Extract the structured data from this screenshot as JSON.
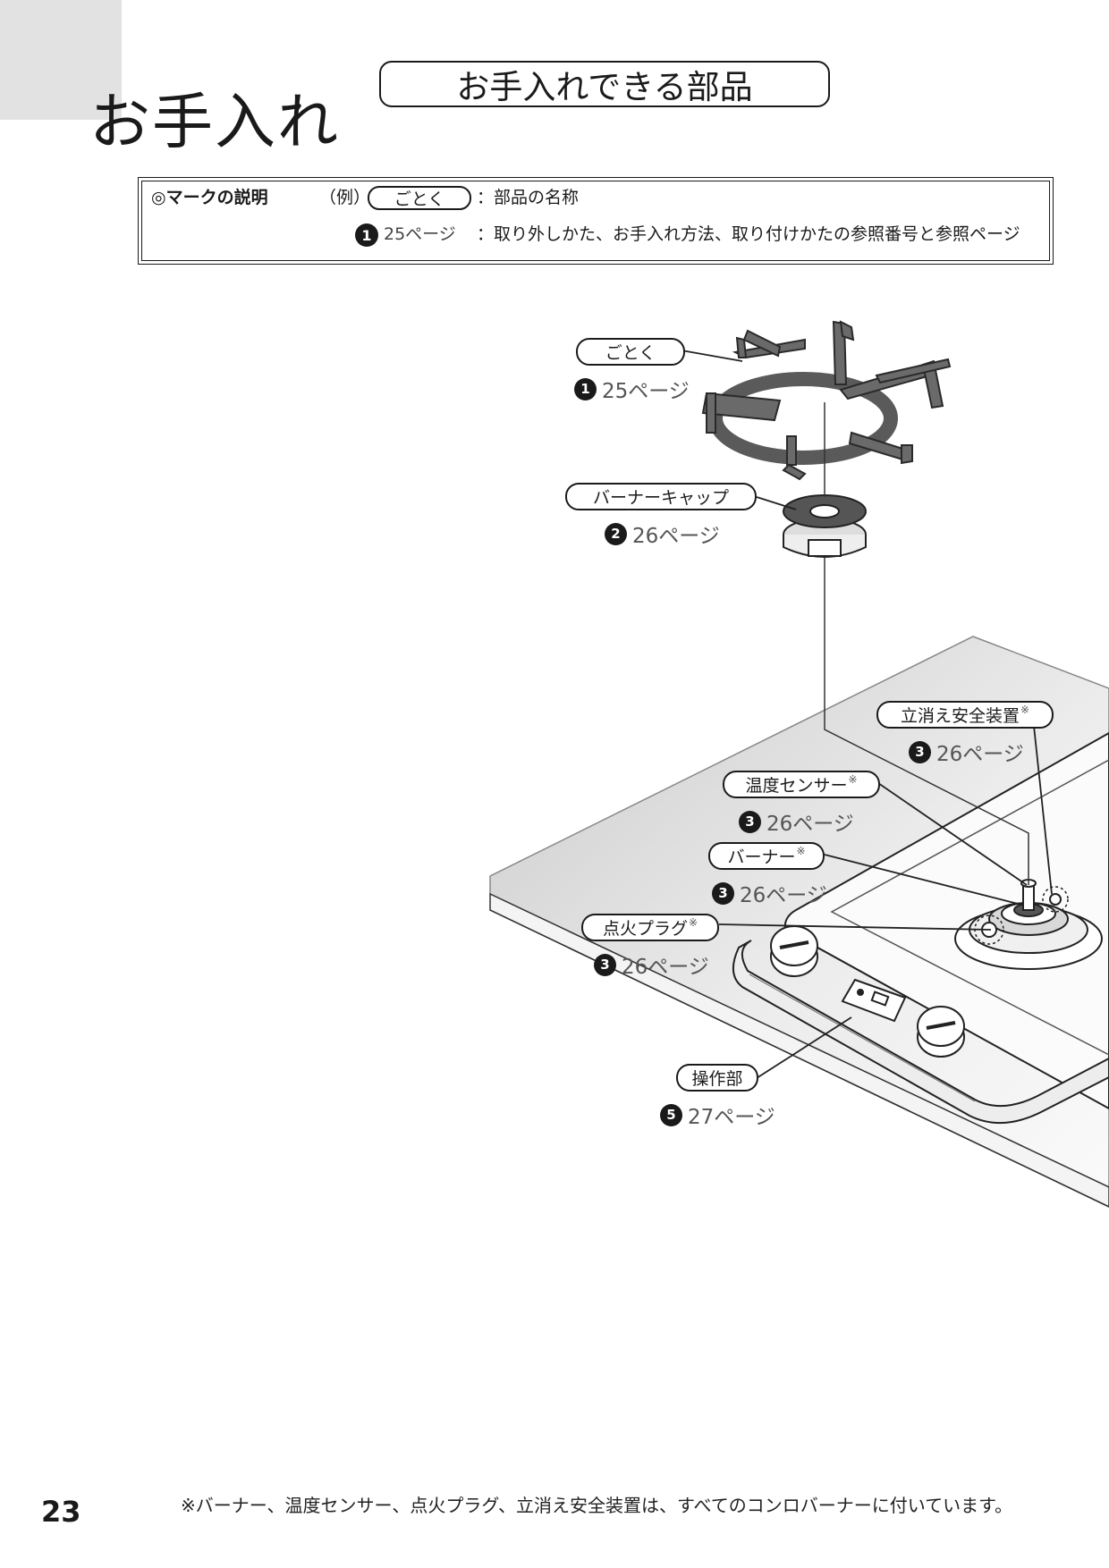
{
  "header": {
    "title": "お手入れ",
    "subtitle": "お手入れできる部品"
  },
  "legend": {
    "title": "◎マークの説明",
    "example_label": "（例）",
    "example_part": "ごとく",
    "part_description": "：部品の名称",
    "ref_number": "1",
    "ref_page": "25ページ",
    "ref_description": "：取り外しかた、お手入れ方法、取り付けかたの参照番号と参照ページ"
  },
  "parts": [
    {
      "name": "ごとく",
      "mark": "",
      "ref_number": "1",
      "ref_page": "25ページ"
    },
    {
      "name": "バーナーキャップ",
      "mark": "",
      "ref_number": "2",
      "ref_page": "26ページ"
    },
    {
      "name": "立消え安全装置",
      "mark": "※",
      "ref_number": "3",
      "ref_page": "26ページ"
    },
    {
      "name": "温度センサー",
      "mark": "※",
      "ref_number": "3",
      "ref_page": "26ページ"
    },
    {
      "name": "バーナー",
      "mark": "※",
      "ref_number": "3",
      "ref_page": "26ページ"
    },
    {
      "name": "点火プラグ",
      "mark": "※",
      "ref_number": "3",
      "ref_page": "26ページ"
    },
    {
      "name": "操作部",
      "mark": "",
      "ref_number": "5",
      "ref_page": "27ページ"
    }
  ],
  "footnote": "※バーナー、温度センサー、点火プラグ、立消え安全装置は、すべてのコンロバーナーに付いています。",
  "page_number": "23",
  "colors": {
    "tab_gray": "#e2e2e2",
    "ink": "#1a1a1a",
    "metal": "#5a5a5a"
  }
}
